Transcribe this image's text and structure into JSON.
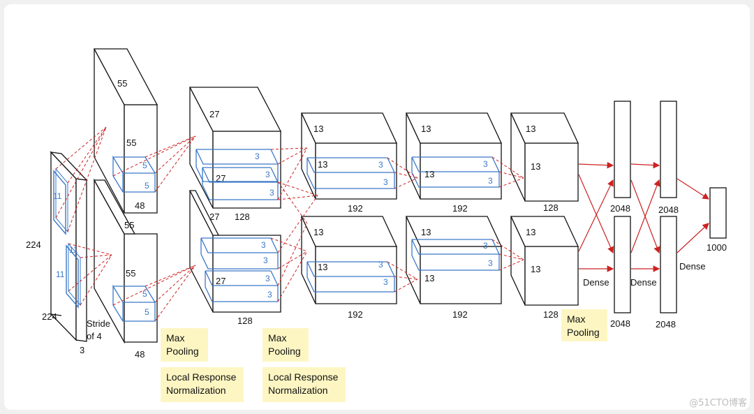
{
  "input": {
    "height": "224",
    "width": "224",
    "depth": "3",
    "kernel_a": "11",
    "kernel_b": "11",
    "stride": "Stride\nof 4"
  },
  "conv1": {
    "size_top": "55",
    "size_mid": "55",
    "depth": "48",
    "kernel": "5"
  },
  "conv2": {
    "size": "27",
    "depth": "128",
    "kernel": "3"
  },
  "conv3": {
    "size": "13",
    "depth": "192",
    "kernel": "3"
  },
  "conv4": {
    "size": "13",
    "depth": "192",
    "kernel": "3"
  },
  "conv5": {
    "size": "13",
    "depth": "128"
  },
  "fc": {
    "width1": "2048",
    "width2": "2048",
    "out": "1000",
    "dense": "Dense"
  },
  "notes": {
    "max_pooling": "Max\nPooling",
    "lrn": "Local Response\nNormalization"
  },
  "watermark": "@51CTO博客",
  "colors": {
    "arrow": "#cc2222",
    "kernel": "#3a78c8",
    "dashed": "#cc2222",
    "note_bg": "#fdf6c3"
  }
}
